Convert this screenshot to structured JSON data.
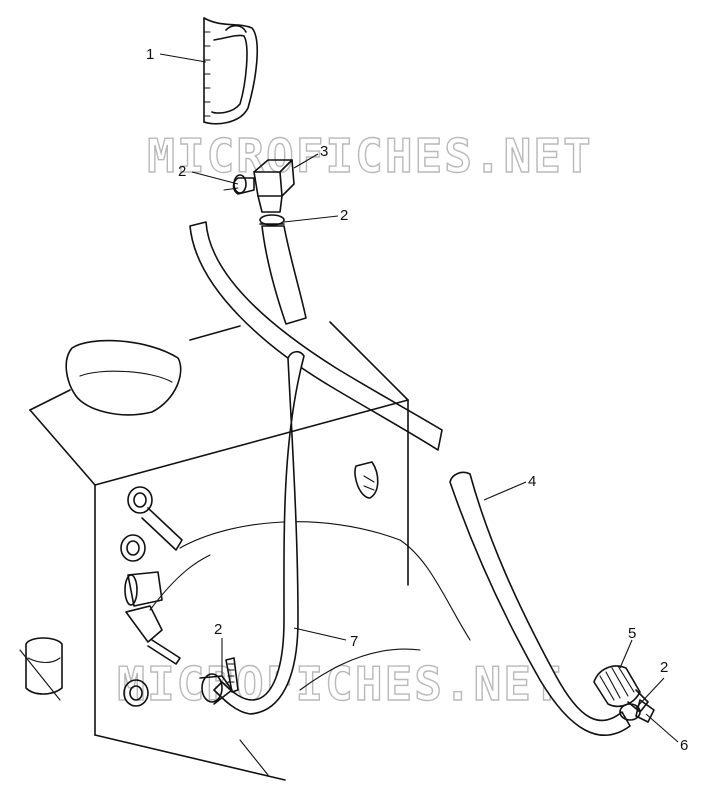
{
  "watermark": "MICROFICHES.NET",
  "callouts": {
    "c1": "1",
    "c2a": "2",
    "c3": "3",
    "c2b": "2",
    "c4": "4",
    "c7": "7",
    "c2c": "2",
    "c5": "5",
    "c2d": "2",
    "c6": "6"
  }
}
